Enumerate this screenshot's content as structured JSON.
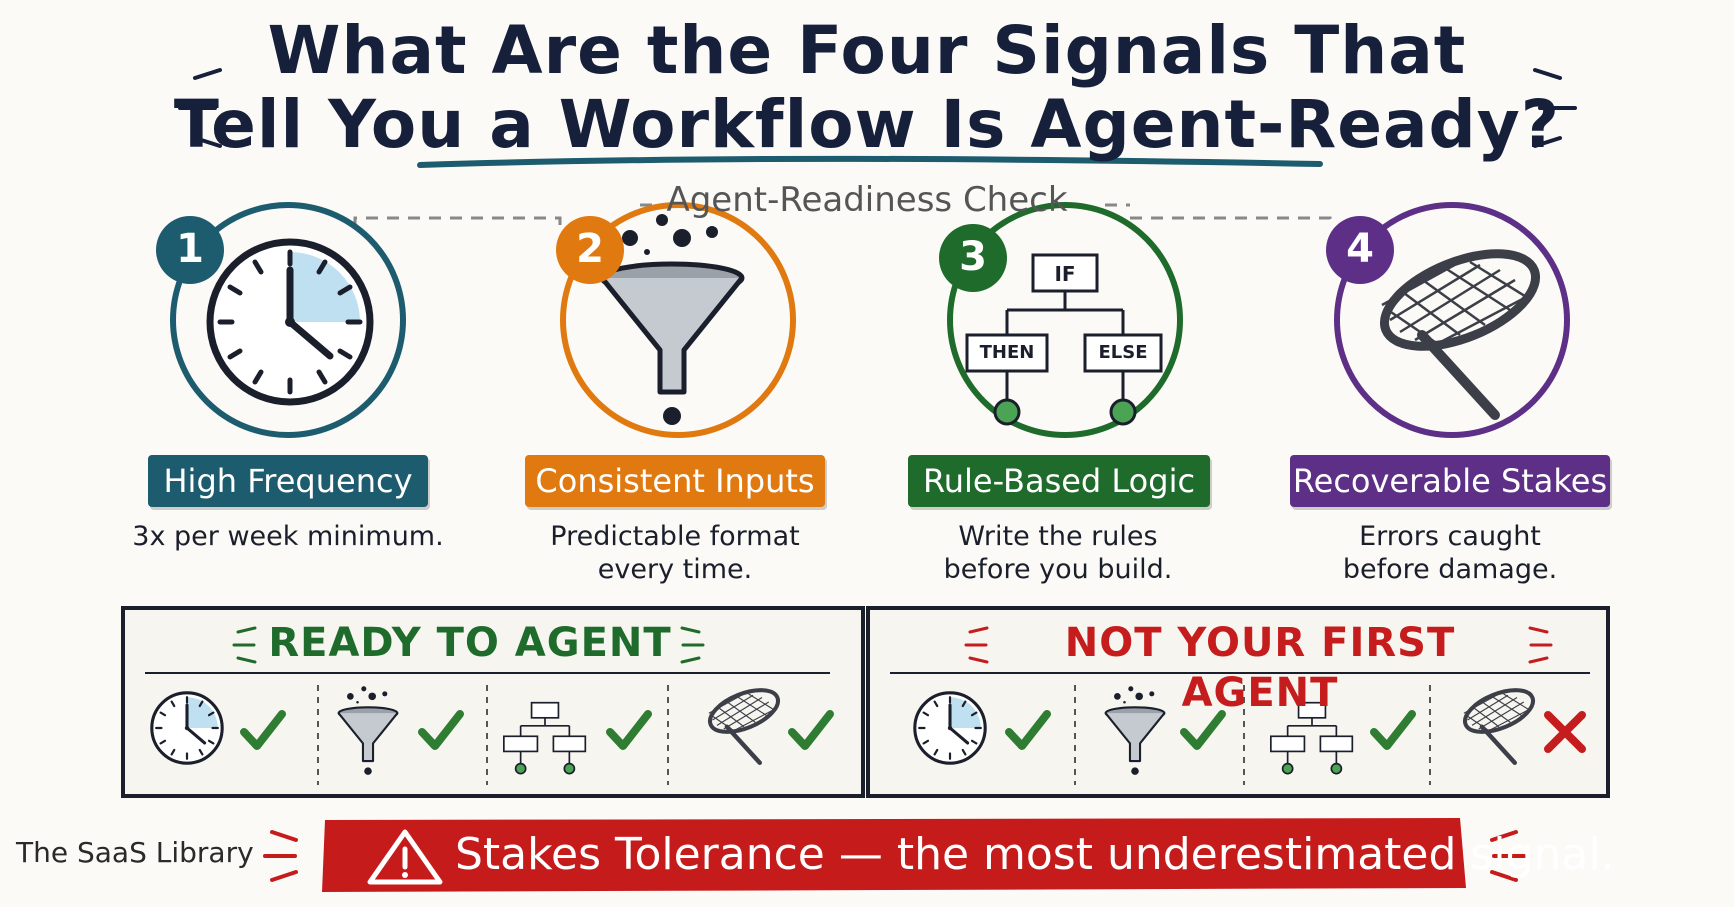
{
  "title": {
    "line1": "What Are the Four Signals That",
    "line2": "Tell You a Workflow Is Agent-Ready?"
  },
  "check_label": "Agent-Readiness Check",
  "signals": [
    {
      "number": "1",
      "label": "High Frequency",
      "desc1": "3x per week minimum.",
      "desc2": "",
      "color": "#1d5c6e",
      "icon": "clock-icon"
    },
    {
      "number": "2",
      "label": "Consistent Inputs",
      "desc1": "Predictable format",
      "desc2": "every time.",
      "color": "#e07a10",
      "icon": "funnel-icon"
    },
    {
      "number": "3",
      "label": "Rule-Based Logic",
      "desc1": "Write the rules",
      "desc2": "before you build.",
      "color": "#1f6b2c",
      "icon": "decision-tree-icon"
    },
    {
      "number": "4",
      "label": "Recoverable Stakes",
      "desc1": "Errors caught",
      "desc2": "before damage.",
      "color": "#5d2f86",
      "icon": "net-icon"
    }
  ],
  "flowchart_text": {
    "if": "IF",
    "then": "THEN",
    "else": "ELSE"
  },
  "panels": {
    "ready": {
      "title": "READY TO AGENT",
      "color": "#1f6b2c",
      "results": [
        "check",
        "check",
        "check",
        "check"
      ]
    },
    "not_ready": {
      "title": "NOT YOUR FIRST AGENT",
      "color": "#c51d1d",
      "results": [
        "check",
        "check",
        "check",
        "cross"
      ]
    }
  },
  "banner": {
    "text": "Stakes Tolerance — the most underestimated signal.",
    "color": "#c61b1b"
  },
  "brand": "The SaaS Library"
}
